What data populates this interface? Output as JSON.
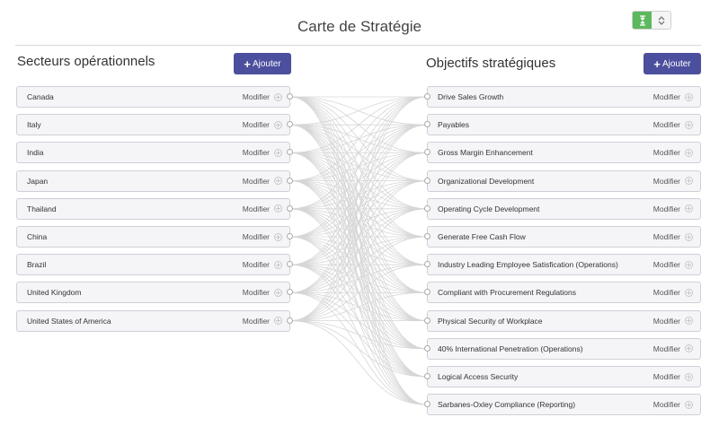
{
  "title": "Carte de Stratégie",
  "left": {
    "title": "Secteurs opérationnels",
    "add_label": "Ajouter",
    "modify_label": "Modifier",
    "items": [
      "Canada",
      "Italy",
      "India",
      "Japan",
      "Thailand",
      "China",
      "Brazil",
      "United Kingdom",
      "United States of America"
    ]
  },
  "right": {
    "title": "Objectifs stratégiques",
    "add_label": "Ajouter",
    "modify_label": "Modifier",
    "items": [
      "Drive Sales Growth",
      "Payables",
      "Gross Margin Enhancement",
      "Organizational Development",
      "Operating Cycle Development",
      "Generate Free Cash Flow",
      "Industry Leading Employee Satisfication (Operations)",
      "Compliant with Procurement Regulations",
      "Physical Security of Workplace",
      "40% International Penetration (Operations)",
      "Logical Access Security",
      "Sarbanes-Oxley Compliance (Reporting)"
    ]
  },
  "colors": {
    "accent": "#4b4f9d",
    "toggle_active": "#5cb85c",
    "link": "#d6d6d6"
  },
  "icons": {
    "add": "plus-icon",
    "modify": "plus-circle-icon",
    "toggle_on": "collapse-icon",
    "toggle_off": "sort-icon"
  }
}
